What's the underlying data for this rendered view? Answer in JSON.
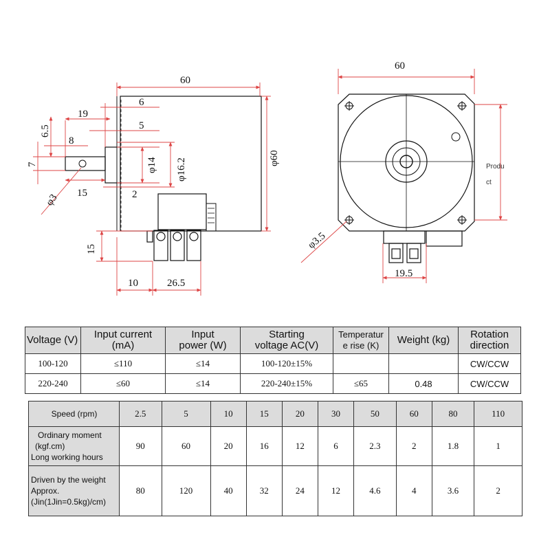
{
  "drawing": {
    "side_view": {
      "dim_length": "60",
      "dim_diameter": "φ60",
      "dim_6": "6",
      "dim_19": "19",
      "dim_5": "5",
      "dim_6_5": "6.5",
      "dim_8": "8",
      "dim_7": "7",
      "dim_phi14": "φ14",
      "dim_phi16_2": "φ16.2",
      "dim_phi3": "φ3",
      "dim_15_shaft": "15",
      "dim_2": "2",
      "dim_15_terminal": "15",
      "dim_10": "10",
      "dim_26_5": "26.5"
    },
    "front_view": {
      "dim_width": "60",
      "dim_hole": "φ3.5",
      "dim_19_5": "19.5",
      "note_line1": "Produ",
      "note_line2": "ct"
    }
  },
  "spec_table": {
    "headers": {
      "voltage": "Voltage (V)",
      "input_current_line1": "Input current",
      "input_current_line2": "(mA)",
      "input_power_line1": "Input",
      "input_power_line2": "power (W)",
      "starting_voltage_line1": "Starting",
      "starting_voltage_line2": "voltage AC(V)",
      "temp_rise_line1": "Temperatur",
      "temp_rise_line2": "e rise (K)",
      "weight": "Weight (kg)",
      "rotation_line1": "Rotation",
      "rotation_line2": "direction"
    },
    "rows": [
      {
        "voltage": "100-120",
        "current": "≤110",
        "power": "≤14",
        "starting": "100-120±15%",
        "temp": "",
        "weight": "",
        "rotation": "CW/CCW"
      },
      {
        "voltage": "220-240",
        "current": "≤60",
        "power": "≤14",
        "starting": "220-240±15%",
        "temp": "≤65",
        "weight": "0.48",
        "rotation": "CW/CCW"
      }
    ]
  },
  "torque_table": {
    "speed_label": "Speed (rpm)",
    "speeds": [
      "2.5",
      "5",
      "10",
      "15",
      "20",
      "30",
      "50",
      "60",
      "80",
      "110"
    ],
    "moment_label_line1": "Ordinary moment",
    "moment_label_line2": "(kgf.cm)",
    "moment_label_line3": "Long working hours",
    "moments": [
      "90",
      "60",
      "20",
      "16",
      "12",
      "6",
      "2.3",
      "2",
      "1.8",
      "1"
    ],
    "weight_label_line1": "Driven by the weight",
    "weight_label_line2": "Approx.",
    "weight_label_line3": "(Jin(1Jin=0.5kg)/cm)",
    "weights": [
      "80",
      "120",
      "40",
      "32",
      "24",
      "12",
      "4.6",
      "4",
      "3.6",
      "2"
    ]
  }
}
